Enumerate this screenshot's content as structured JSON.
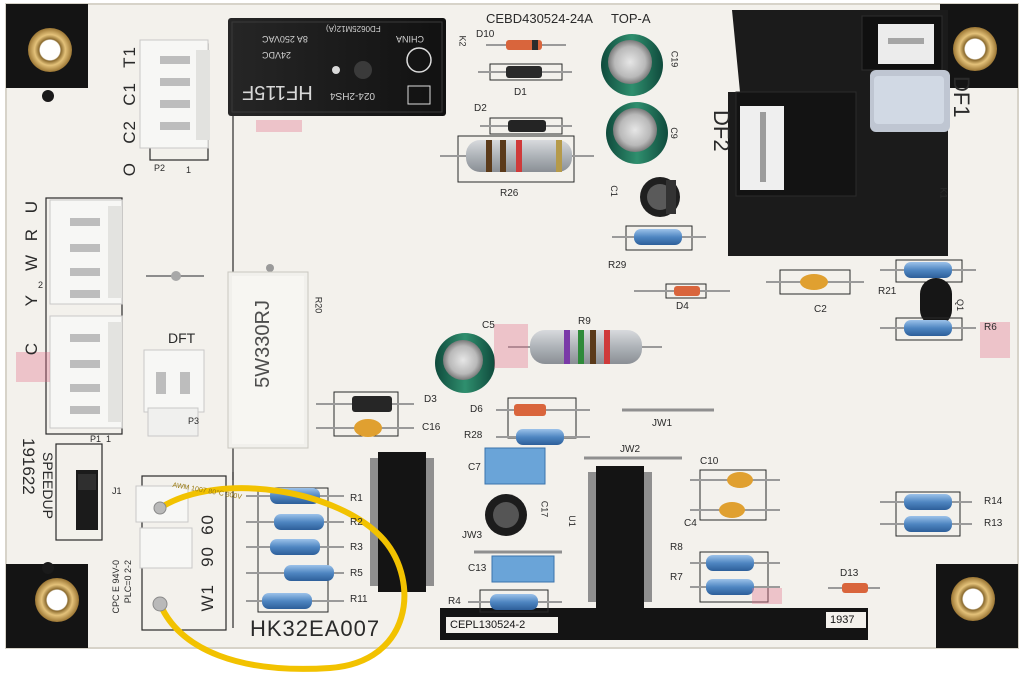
{
  "board": {
    "part_top": "CEBD430524-24A",
    "side": "TOP-A",
    "model": "HK32EA007",
    "pcb_code": "CEPL130524-2",
    "date_code": "1937",
    "side_code": "191622",
    "colors": {
      "board": "#f3f1ec",
      "silk": "#2a2a2a",
      "black_strip": "#141414",
      "relay_body": "#1c1c1c",
      "jumper_wire": "#f2c200",
      "brass": "#c9a05a",
      "resistor_blue": "#5b8fc8",
      "connector": "#f4f4f2"
    }
  },
  "labels": {
    "t1": "T1",
    "c1": "C1",
    "c2": "C2",
    "o": "O",
    "p2": "P2",
    "p2_pin1": "1",
    "u": "U",
    "r": "R",
    "w2": "W",
    "w2_sub": "2",
    "y": "Y",
    "c3": "C",
    "p1": "P1",
    "p1_pin1": "1",
    "dft": "DFT",
    "p3": "P3",
    "speedup": "SPEEDUP",
    "j1": "J1",
    "pos_60": "60",
    "pos_90": "90",
    "w1": "W1",
    "cpc": "CPC E 94V-0",
    "plc": "PLC=0   2-2",
    "k2": "K2",
    "k1": "K1",
    "df1": "DF1",
    "df2": "DF2",
    "d10": "D10",
    "d1": "D1",
    "d2": "D2",
    "r26": "R26",
    "c19": "C19",
    "c9": "C9",
    "r29": "R29",
    "d4": "D4",
    "r21": "R21",
    "q1": "Q1",
    "r6": "R6",
    "c5": "C5",
    "r9": "R9",
    "r20": "R20",
    "d3": "D3",
    "c16": "C16",
    "d6": "D6",
    "r28": "R28",
    "jw1": "JW1",
    "jw2": "JW2",
    "c10": "C10",
    "c4": "C4",
    "c7": "C7",
    "c17": "C17",
    "jw3": "JW3",
    "c13": "C13",
    "u1": "U1",
    "r1": "R1",
    "r2": "R2",
    "r3": "R3",
    "r5": "R5",
    "r11": "R11",
    "r4": "R4",
    "r8": "R8",
    "r7": "R7",
    "d13": "D13",
    "r14": "R14",
    "r13": "R13"
  },
  "components": {
    "relay_k2": {
      "model": "HF115F",
      "type": "024-2HS4",
      "rating1": "8A 250VAC",
      "rating2": "24VDC",
      "origin": "CHINA",
      "serial": "FD0625M12(A)"
    },
    "resistor_r20": {
      "value": "5W330RJ"
    },
    "jumper_wire_print": "AWM 1007  80°C  300V"
  }
}
